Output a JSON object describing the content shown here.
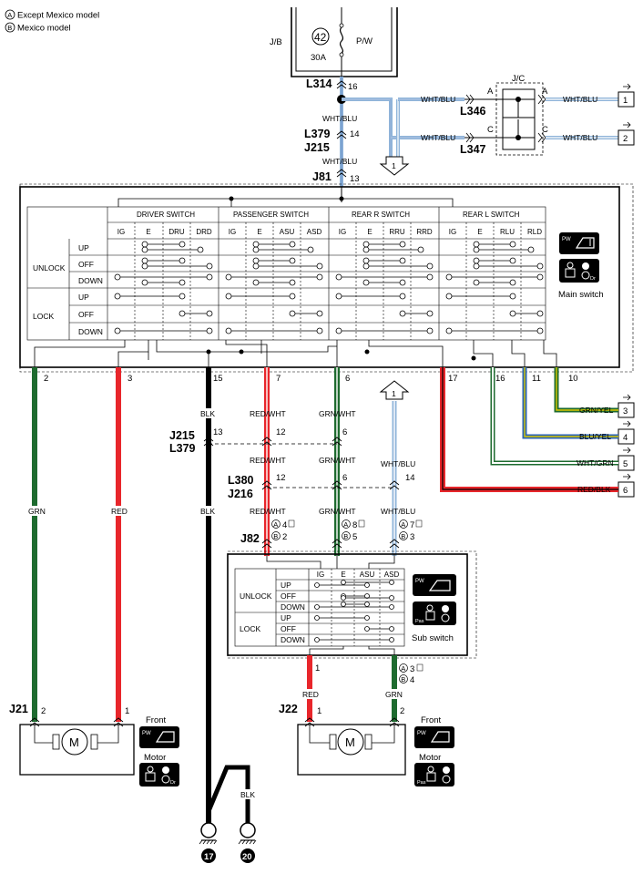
{
  "legend": {
    "a": "Except Mexico model",
    "b": "Mexico model",
    "a_letter": "A",
    "b_letter": "B"
  },
  "fuse": {
    "block": "J/B",
    "number": "42",
    "rating": "30A",
    "name": "P/W"
  },
  "connectors": {
    "L314": "L314",
    "L379": "L379",
    "J215": "J215",
    "J81": "J81",
    "L346": "L346",
    "L347": "L347",
    "JC": "J/C",
    "J215b": "J215",
    "L379b": "L379",
    "L380": "L380",
    "J216": "J216",
    "J82": "J82",
    "J21": "J21",
    "J22": "J22"
  },
  "pins": {
    "l314": "16",
    "l379": "14",
    "j81": "13",
    "jc_a": "A",
    "jc_c": "C",
    "m2": "2",
    "m3": "3",
    "m15": "15",
    "m7": "7",
    "m6": "6",
    "m17": "17",
    "m16": "16",
    "m11": "11",
    "m10": "10",
    "row1_blk": "13",
    "row1_red": "12",
    "row1_grn": "6",
    "row2_red": "12",
    "row2_grn": "6",
    "row2_wht": "14",
    "j82_red_a": "4",
    "j82_red_b": "2",
    "j82_grn_a": "8",
    "j82_grn_b": "5",
    "j82_wht_a": "7",
    "j82_wht_b": "3",
    "sub_red": "1",
    "sub_grn_a": "3",
    "sub_grn_b": "4",
    "j21_l": "2",
    "j21_r": "1",
    "j22_l": "1",
    "j22_r": "2"
  },
  "wires": {
    "wht_blu": "WHT/BLU",
    "grn": "GRN",
    "red": "RED",
    "blk": "BLK",
    "red_wht": "RED/WHT",
    "grn_wht": "GRN/WHT",
    "grn_yel": "GRN/YEL",
    "blu_yel": "BLU/YEL",
    "wht_grn": "WHT/GRN",
    "red_blk": "RED/BLK"
  },
  "terminals": [
    "1",
    "2",
    "3",
    "4",
    "5",
    "6"
  ],
  "arrows": {
    "down": "1",
    "up": "1"
  },
  "main_switch": {
    "label": "Main switch",
    "groups": [
      "DRIVER SWITCH",
      "PASSENGER SWITCH",
      "REAR R SWITCH",
      "REAR L SWITCH"
    ],
    "cols": [
      "IG",
      "E",
      "DRU",
      "DRD",
      "IG",
      "E",
      "ASU",
      "ASD",
      "IG",
      "E",
      "RRU",
      "RRD",
      "IG",
      "E",
      "RLU",
      "RLD"
    ],
    "modes": [
      "UNLOCK",
      "LOCK"
    ],
    "positions": [
      "UP",
      "OFF",
      "DOWN",
      "UP",
      "OFF",
      "DOWN"
    ]
  },
  "sub_switch": {
    "label": "Sub switch",
    "cols": [
      "IG",
      "E",
      "ASU",
      "ASD"
    ],
    "modes": [
      "UNLOCK",
      "LOCK"
    ],
    "positions": [
      "UP",
      "OFF",
      "DOWN",
      "UP",
      "OFF",
      "DOWN"
    ]
  },
  "motors": {
    "front_left": {
      "title": "Front",
      "sub": "Motor",
      "symbol": "M"
    },
    "front_right": {
      "title": "Front",
      "sub": "Motor",
      "symbol": "M"
    }
  },
  "icons": {
    "pw": "PW",
    "dr": "Dr",
    "pas": "Pas"
  },
  "grounds": [
    "17",
    "20"
  ],
  "colors": {
    "green": "#1e6b2f",
    "red": "#e8262b",
    "black": "#000000",
    "blue": "#2a63b3",
    "wht_blu": "#8fb4d9",
    "yellow": "#d9c800"
  }
}
